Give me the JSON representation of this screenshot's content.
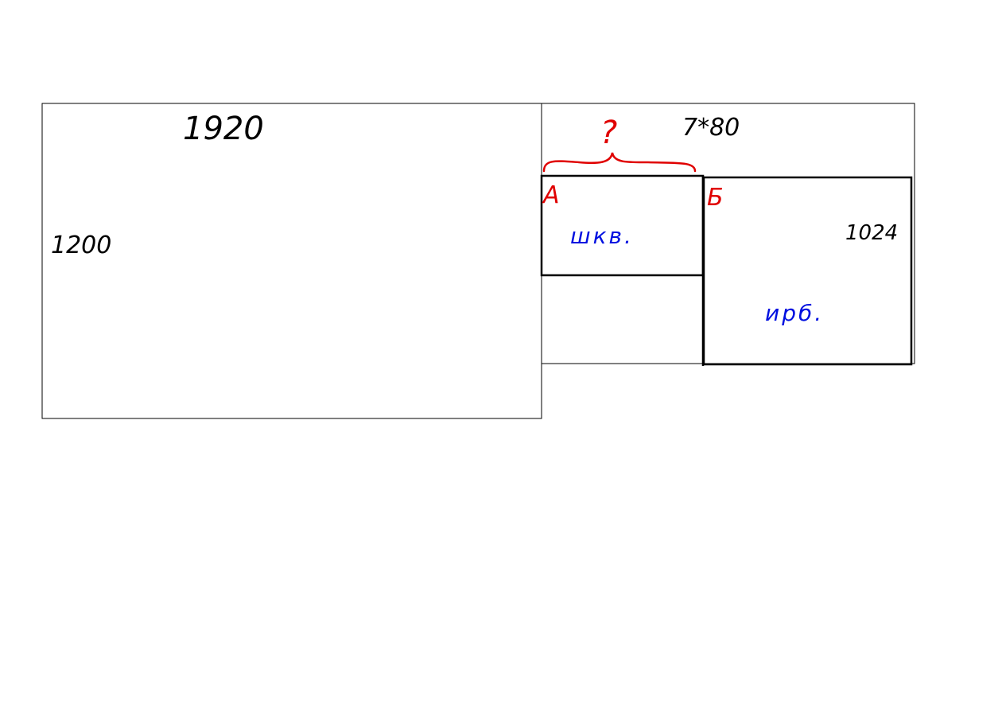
{
  "colors": {
    "ink": "#000000",
    "red": "#e00000",
    "blue": "#0010e0",
    "background": "#ffffff"
  },
  "left_rect": {
    "width_label": "1920",
    "height_label": "1200"
  },
  "right_rect": {
    "width_label": "7*80",
    "question_label": "?",
    "panel_a": {
      "letter": "А",
      "label": "шкв."
    },
    "panel_b": {
      "letter": "Б",
      "width_label": "1024",
      "label": "ирб."
    }
  }
}
